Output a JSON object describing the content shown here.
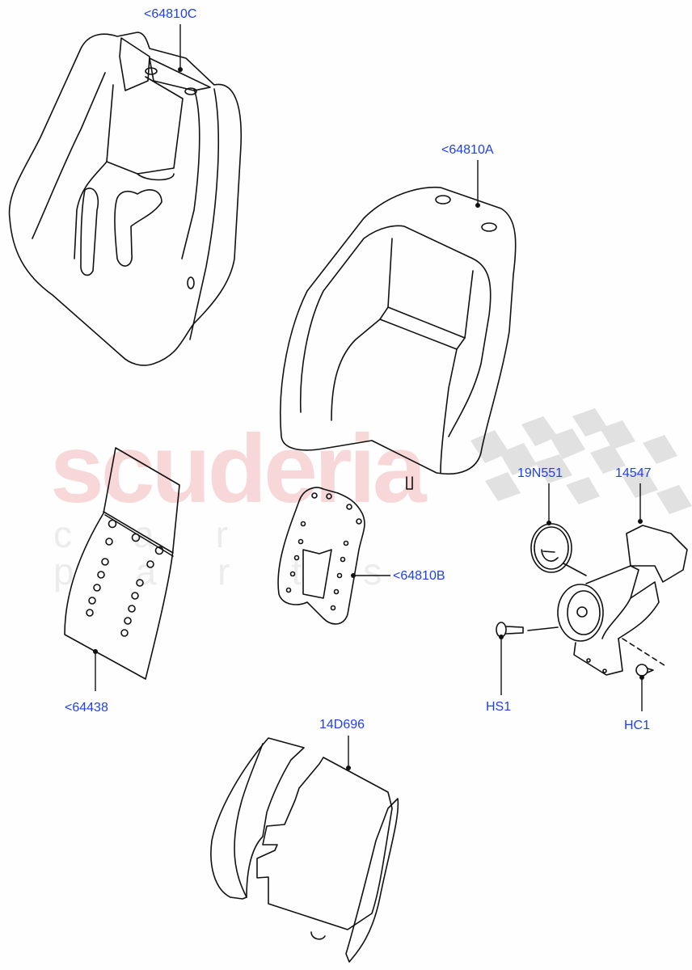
{
  "watermark": {
    "brand": "scuderia",
    "sub": "car parts",
    "brand_color": "#f8d7d9",
    "sub_color": "#ececee",
    "checker_color": "#d9d9d9"
  },
  "label_color": "#1f3ff0",
  "line_color": "#111111",
  "parts": [
    {
      "id": "64810C",
      "label": "<64810C",
      "description": "seat back foam pad (upper left)"
    },
    {
      "id": "64810A",
      "label": "<64810A",
      "description": "seat back frame/cushion (center)"
    },
    {
      "id": "64810B",
      "label": "<64810B",
      "description": "lumbar support plate"
    },
    {
      "id": "64438",
      "label": "<64438",
      "description": "heater mat / perforated panel"
    },
    {
      "id": "19N551",
      "label": "19N551",
      "description": "round cover / filter disc"
    },
    {
      "id": "14547",
      "label": "14547",
      "description": "seat ventilation blower motor"
    },
    {
      "id": "HS1",
      "label": "HS1",
      "description": "screw"
    },
    {
      "id": "HC1",
      "label": "HC1",
      "description": "clip"
    },
    {
      "id": "14D696",
      "label": "14D696",
      "description": "seat back panel cover"
    }
  ]
}
